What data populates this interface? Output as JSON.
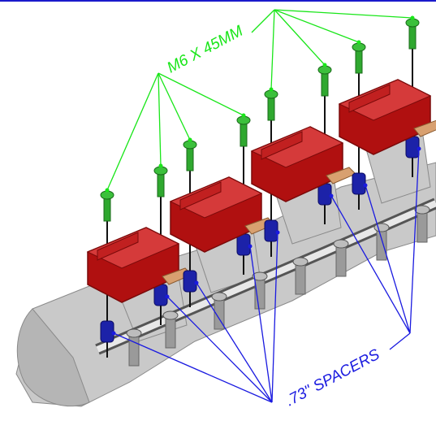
{
  "diagram": {
    "callouts": {
      "bolts": {
        "label": "M6 X 45MM",
        "color": "#19e619"
      },
      "spacers": {
        "label": ".73\" SPACERS",
        "color": "#1a1ae0"
      }
    },
    "colors": {
      "frame_top": "#1a1acc",
      "coil": "#b01010",
      "coil_dark": "#7a0a0a",
      "coil_light": "#d53a3a",
      "bolt": "#2fa82f",
      "spacer": "#1c22a8",
      "manifold": "#c9c9c9",
      "manifold_dark": "#8a8a8a",
      "gasket": "#555555",
      "boot": "#d8a070"
    },
    "parts": {
      "coil_count": 4,
      "bolt_count": 8,
      "spacer_count": 8
    }
  }
}
